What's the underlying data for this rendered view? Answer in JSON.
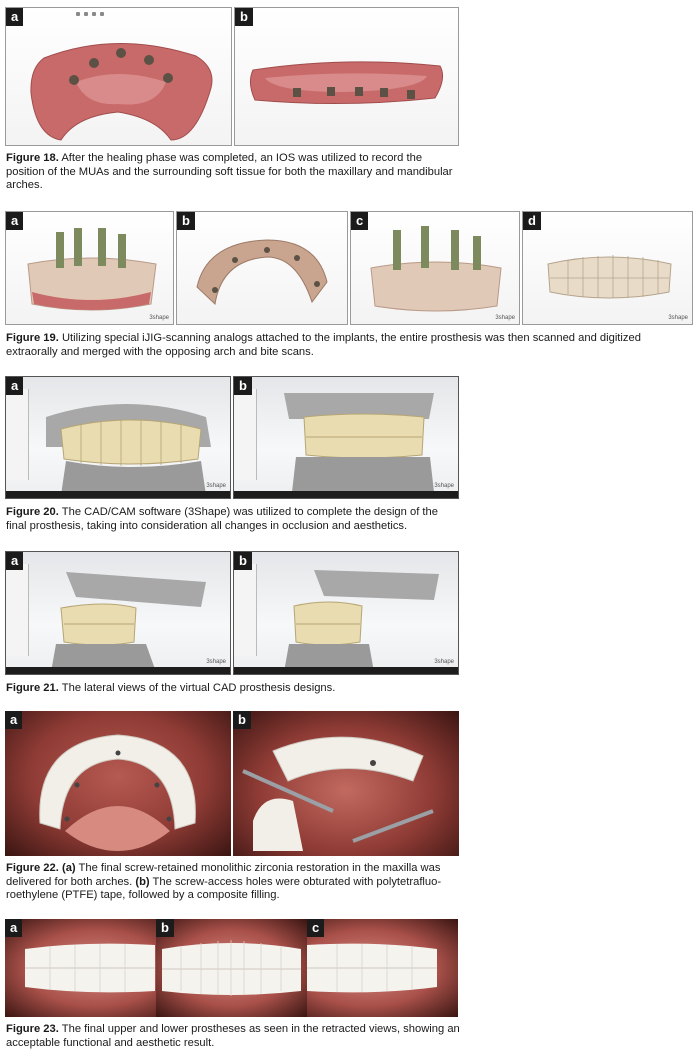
{
  "figures": [
    {
      "id": "fig18",
      "panels": [
        "a",
        "b"
      ],
      "caption_label": "Figure 18.",
      "caption_text": " After the healing phase was completed, an IOS was utilized to record the position of the MUAs and the surrounding soft tissue for both the maxillary and mandibular arches."
    },
    {
      "id": "fig19",
      "panels": [
        "a",
        "b",
        "c",
        "d"
      ],
      "brand": "3shape",
      "caption_label": "Figure 19.",
      "caption_text": " Utilizing special iJIG-scanning analogs attached to the implants, the entire prosthesis was then scanned and digitized extraorally and merged with the opposing arch and bite scans."
    },
    {
      "id": "fig20",
      "panels": [
        "a",
        "b"
      ],
      "brand": "3shape",
      "caption_label": "Figure 20.",
      "caption_text": " The CAD/CAM software (3Shape) was utilized to complete the design of the final prosthesis, taking into consideration all changes in occlusion and aesthetics."
    },
    {
      "id": "fig21",
      "panels": [
        "a",
        "b"
      ],
      "brand": "3shape",
      "caption_label": "Figure 21.",
      "caption_text": " The lateral views of the virtual CAD prosthesis designs."
    },
    {
      "id": "fig22",
      "panels": [
        "a",
        "b"
      ],
      "caption_label": "Figure 22.",
      "caption_part_a_label": " (a)",
      "caption_part_a_text": " The final screw-retained monolithic zirconia restoration in the maxilla was delivered for both arches.",
      "caption_part_b_label": " (b)",
      "caption_part_b_text": " The screw-access holes were obturated with polytetrafluo-roethylene (PTFE) tape, followed by a composite filling."
    },
    {
      "id": "fig23",
      "panels": [
        "a",
        "b",
        "c"
      ],
      "caption_label": "Figure 23.",
      "caption_text": " The final upper and lower prostheses as seen in the retracted views, showing an acceptable functional and aesthetic result."
    }
  ],
  "colors": {
    "gum": "#c96a6a",
    "gum_dark": "#9c4646",
    "tooth": "#e8dcb0",
    "metal": "#5b5144",
    "cad_base": "#9a9a9a",
    "photo_bg": "#3a1512"
  },
  "icons": [
    "toolbar-icon",
    "implant-icon",
    "tooth-crown-icon"
  ]
}
